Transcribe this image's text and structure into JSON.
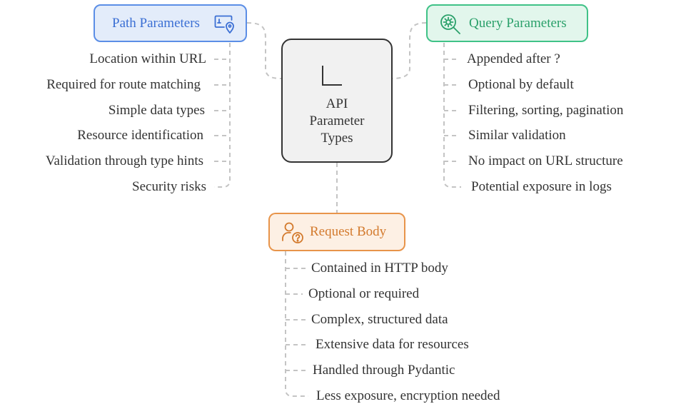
{
  "center": {
    "label": "API\nParameter\nTypes",
    "icon": "corner-bracket-icon"
  },
  "path_parameters": {
    "title": "Path Parameters",
    "icon": "url-location-icon",
    "color": "#5b8ee6",
    "items": [
      "Location within URL",
      "Required for route matching",
      "Simple data types",
      "Resource identification",
      "Validation through type hints",
      "Security risks"
    ]
  },
  "query_parameters": {
    "title": "Query Parameters",
    "icon": "search-gear-icon",
    "color": "#3fc287",
    "items": [
      "Appended after ?",
      "Optional by default",
      "Filtering, sorting, pagination",
      "Similar validation",
      "No impact on URL structure",
      "Potential exposure in logs"
    ]
  },
  "request_body": {
    "title": "Request Body",
    "icon": "user-question-icon",
    "color": "#e8944a",
    "items": [
      "Contained in HTTP body",
      "Optional or required",
      "Complex, structured data",
      "Extensive data for resources",
      "Handled through Pydantic",
      "Less exposure, encryption needed"
    ]
  }
}
